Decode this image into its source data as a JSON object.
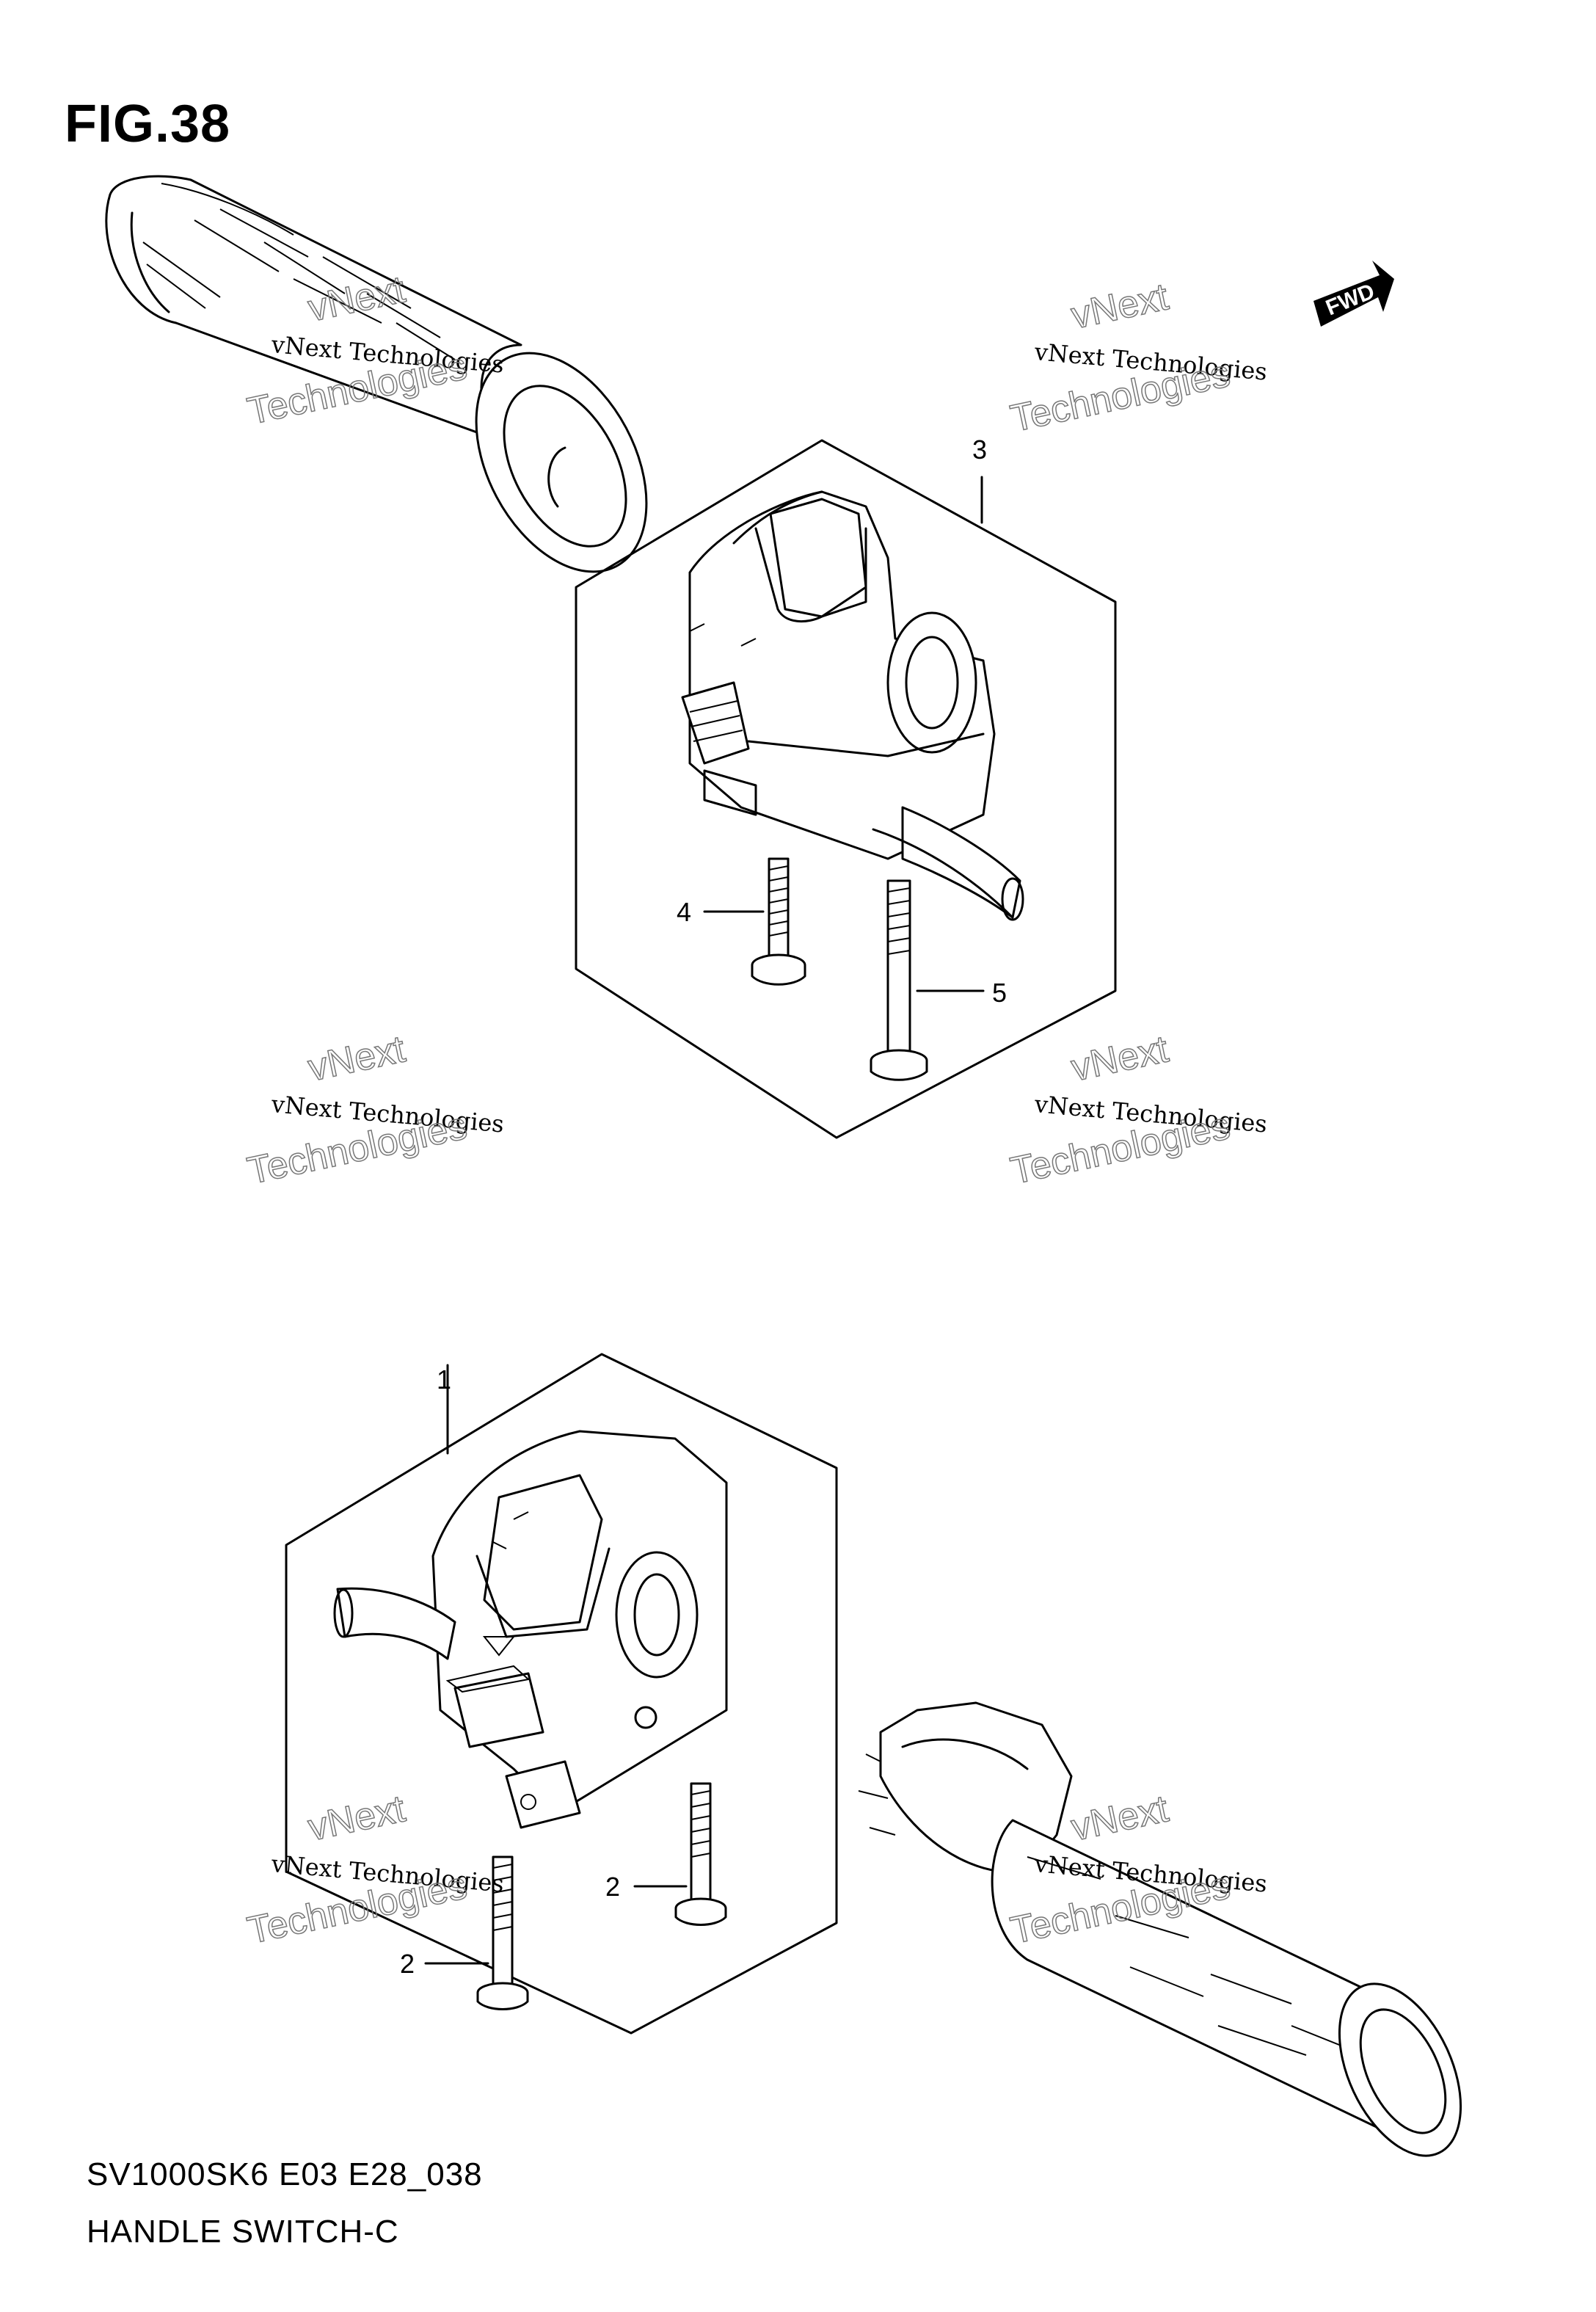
{
  "figure_title": "FIG.38",
  "footer": {
    "model_code": "SV1000SK6 E03 E28_038",
    "section_name": "HANDLE SWITCH-C"
  },
  "fwd_badge": "FWD",
  "callouts": [
    "1",
    "2",
    "2",
    "3",
    "4",
    "5"
  ],
  "watermark": {
    "line1": "vNext",
    "line2": "vNext Technologies",
    "line3": "Technologies"
  }
}
